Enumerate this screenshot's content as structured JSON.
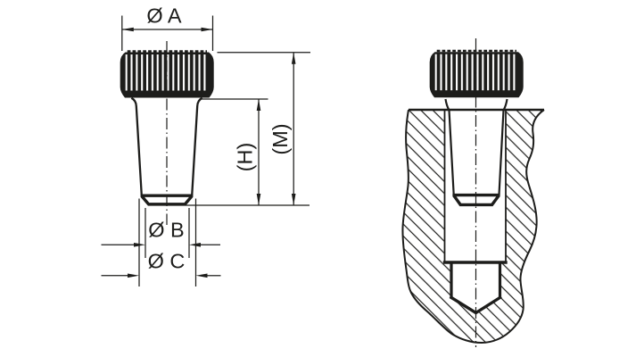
{
  "drawing": {
    "background_color": "#ffffff",
    "line_color": "#1d1d1b",
    "labels": {
      "diameter_a": "Ø A",
      "diameter_b": "Ø B",
      "diameter_c": "Ø C",
      "height_h": "(H)",
      "height_m": "(M)"
    }
  }
}
